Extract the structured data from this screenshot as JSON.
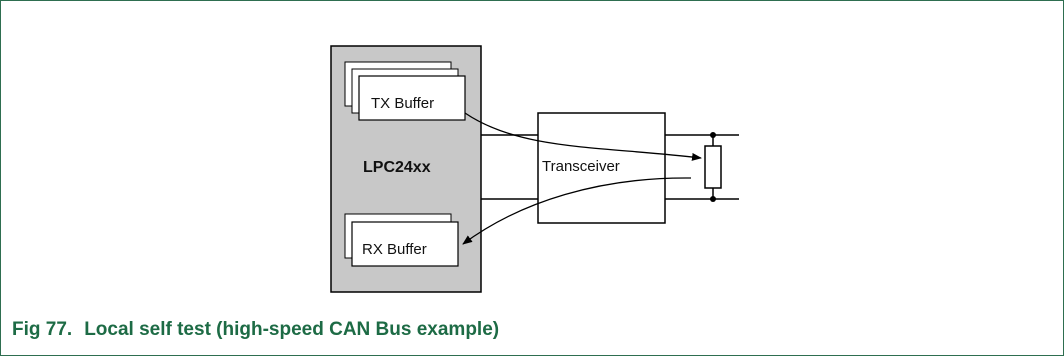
{
  "diagram": {
    "chip_label": "LPC24xx",
    "tx_buffer_label": "TX Buffer",
    "rx_buffer_label": "RX Buffer",
    "transceiver_label": "Transceiver"
  },
  "caption": {
    "number": "Fig 77.",
    "text": "Local self test (high-speed CAN Bus example)"
  },
  "colors": {
    "chip_fill": "#c8c8c8",
    "caption_color": "#1d6b45",
    "frame_border": "#2e6e50"
  }
}
